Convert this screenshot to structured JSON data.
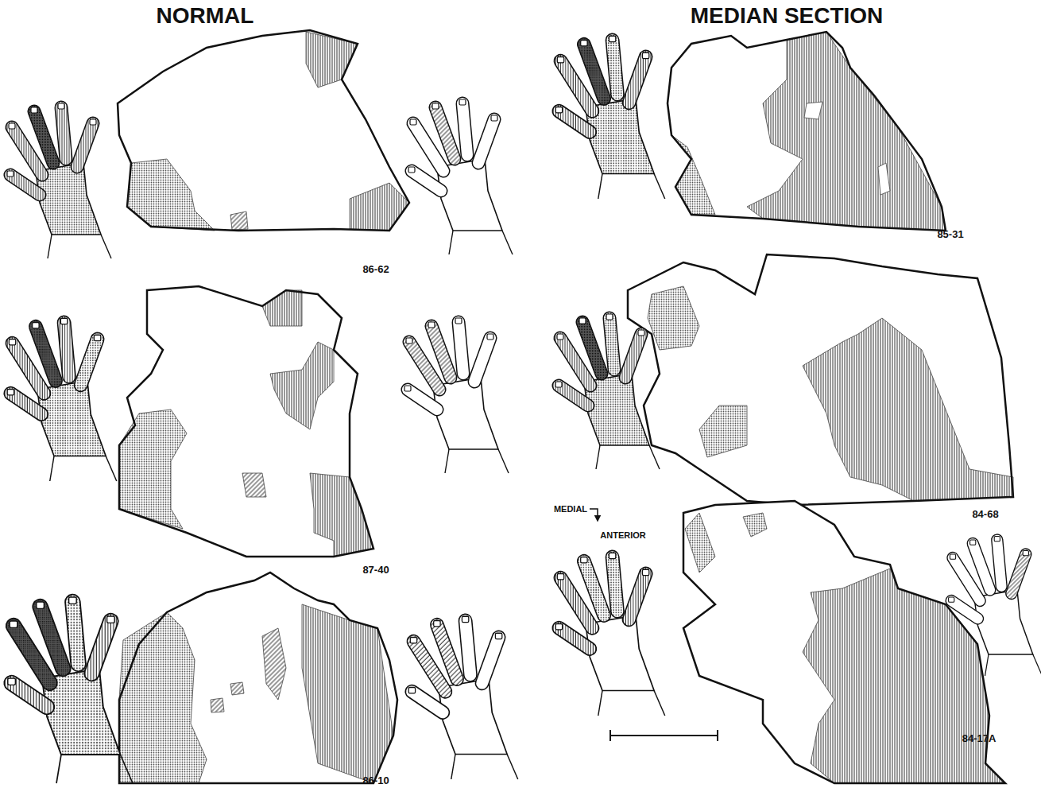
{
  "diagram": {
    "labels": [
      "NORMAL",
      "MEDIAN SECTION",
      "86-62",
      "87-40",
      "86-10",
      "85-31",
      "84-68",
      "MEDIAL",
      "ANTERIOR",
      "84-17A"
    ]
  }
}
